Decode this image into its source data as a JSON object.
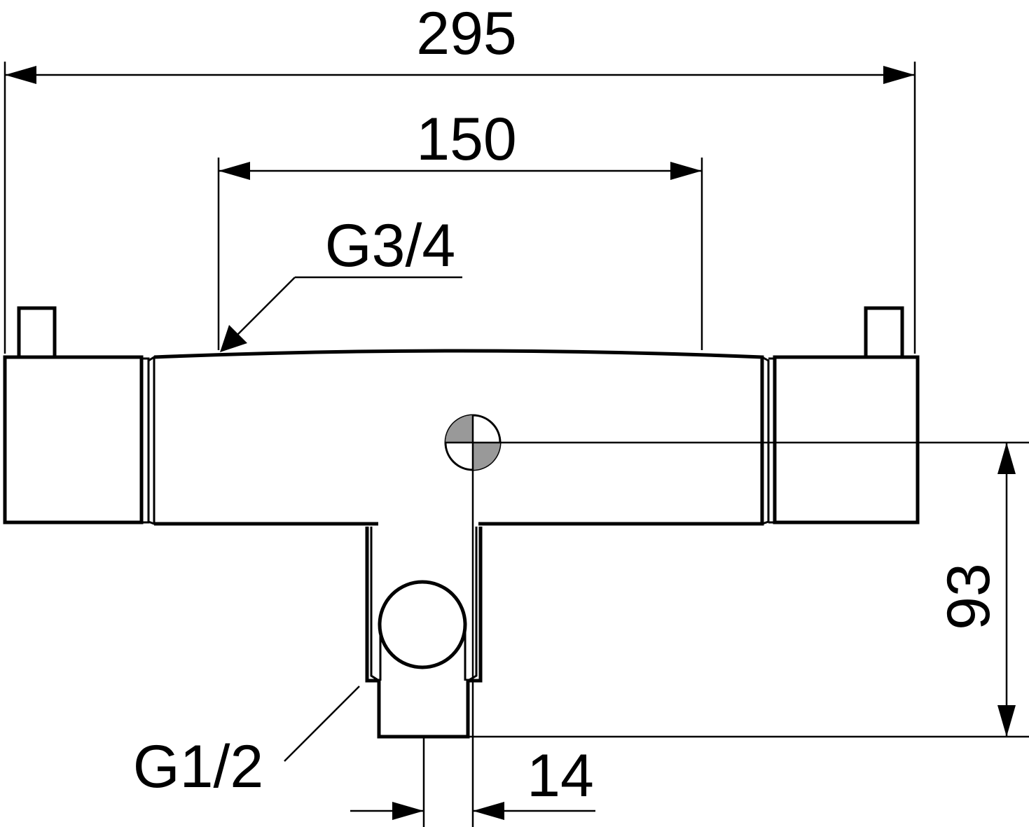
{
  "dimensions": {
    "overall_width": "295",
    "inlet_spacing": "150",
    "inlet_thread": "G3/4",
    "outlet_thread": "G1/2",
    "outlet_height": "93",
    "outlet_offset": "14"
  },
  "colors": {
    "line": "#000000",
    "center_mark_fill": "#999999",
    "background": "#ffffff"
  }
}
